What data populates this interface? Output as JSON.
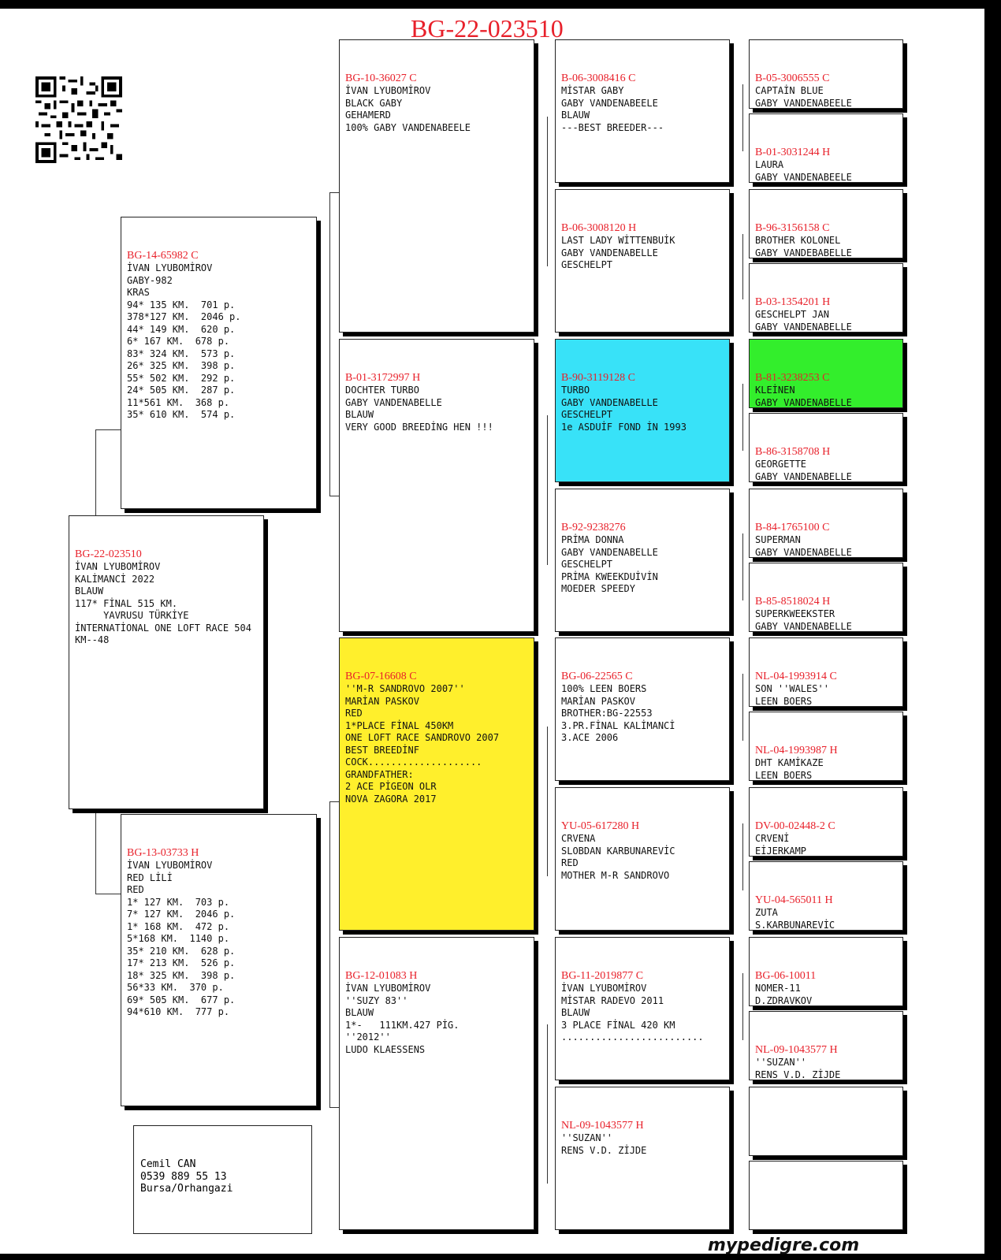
{
  "title": "BG-22-023510",
  "subject": {
    "ring": "BG-22-023510",
    "lines": [
      "İVAN LYUBOMİROV",
      "KALİMANCİ 2022",
      "BLAUW",
      "117* FİNAL 515 KM.",
      "",
      "     YAVRUSU TÜRKİYE",
      "İNTERNATİONAL ONE LOFT RACE 504",
      "KM--48"
    ]
  },
  "parents": [
    {
      "ring": "BG-14-65982 C",
      "lines": [
        "İVAN LYUBOMİROV",
        "GABY-982",
        "KRAS",
        "94* 135 KM.  701 p.",
        "378*127 KM.  2046 p.",
        "44* 149 KM.  620 p.",
        "6* 167 KM.  678 p.",
        "83* 324 KM.  573 p.",
        "26* 325 KM.  398 p.",
        "55* 502 KM.  292 p.",
        "24* 505 KM.  287 p.",
        "11*561 KM.  368 p.",
        "35* 610 KM.  574 p."
      ]
    },
    {
      "ring": "BG-13-03733 H",
      "lines": [
        "İVAN LYUBOMİROV",
        "RED LİLİ",
        "RED",
        "1* 127 KM.  703 p.",
        "7* 127 KM.  2046 p.",
        "1* 168 KM.  472 p.",
        "5*168 KM.  1140 p.",
        "35* 210 KM.  628 p.",
        "17* 213 KM.  526 p.",
        "18* 325 KM.  398 p.",
        "56*33 KM.  370 p.",
        "69* 505 KM.  677 p.",
        "94*610 KM.  777 p."
      ]
    }
  ],
  "grandparents": [
    {
      "ring": "BG-10-36027 C",
      "lines": [
        "İVAN LYUBOMİROV",
        "BLACK GABY",
        "GEHAMERD",
        "100% GABY VANDENABEELE"
      ]
    },
    {
      "ring": "B-01-3172997 H",
      "lines": [
        "DOCHTER TURBO",
        "GABY VANDENABELLE",
        "BLAUW",
        "VERY GOOD BREEDİNG HEN !!!"
      ]
    },
    {
      "ring": "BG-07-16608 C",
      "lines": [
        "''M-R SANDROVO 2007''",
        "MARİAN PASKOV",
        "RED",
        "1*PLACE FİNAL 450KM",
        "ONE LOFT RACE SANDROVO 2007",
        "BEST BREEDİNF",
        "COCK....................",
        "GRANDFATHER:",
        "2 ACE PİGEON OLR",
        "NOVA ZAGORA 2017"
      ]
    },
    {
      "ring": "BG-12-01083 H",
      "lines": [
        "İVAN LYUBOMİROV",
        "''SUZY 83''",
        "BLAUW",
        "1*-   111KM.427 PİG.",
        "''2012''",
        "LUDO KLAESSENS"
      ]
    }
  ],
  "great_grandparents": [
    {
      "ring": "B-06-3008416 C",
      "lines": [
        "MİSTAR GABY",
        "GABY VANDENABEELE",
        "BLAUW",
        "---BEST BREEDER---"
      ]
    },
    {
      "ring": "B-06-3008120 H",
      "lines": [
        "LAST LADY WİTTENBUİK",
        "GABY VANDENABELLE",
        "GESCHELPT"
      ]
    },
    {
      "ring": "B-90-3119128 C",
      "lines": [
        "TURBO",
        "GABY VANDENABELLE",
        "GESCHELPT",
        "1e ASDUİF FOND İN 1993"
      ]
    },
    {
      "ring": "B-92-9238276",
      "lines": [
        "PRİMA DONNA",
        "GABY VANDENABELLE",
        "GESCHELPT",
        "PRİMA KWEEKDUİVİN",
        "MOEDER SPEEDY"
      ]
    },
    {
      "ring": "BG-06-22565 C",
      "lines": [
        "100% LEEN BOERS",
        "MARİAN PASKOV",
        "BROTHER:BG-22553",
        "3.PR.FİNAL KALİMANCİ",
        "3.ACE 2006"
      ]
    },
    {
      "ring": "YU-05-617280 H",
      "lines": [
        "CRVENA",
        "SLOBDAN KARBUNAREVİC",
        "RED",
        "MOTHER M-R SANDROVO"
      ]
    },
    {
      "ring": "BG-11-2019877 C",
      "lines": [
        "İVAN LYUBOMİROV",
        "MİSTAR RADEVO 2011",
        "BLAUW",
        "3 PLACE FİNAL 420 KM",
        "........................."
      ]
    },
    {
      "ring": "NL-09-1043577 H",
      "lines": [
        "''SUZAN''",
        "RENS V.D. ZİJDE"
      ]
    }
  ],
  "gg_grandparents": [
    {
      "ring": "B-05-3006555 C",
      "lines": [
        "CAPTAİN BLUE",
        "GABY VANDENABEELE"
      ]
    },
    {
      "ring": "B-01-3031244 H",
      "lines": [
        "LAURA",
        "GABY VANDENABEELE"
      ]
    },
    {
      "ring": "B-96-3156158 C",
      "lines": [
        "BROTHER KOLONEL",
        "GABY VANDEBABELLE"
      ]
    },
    {
      "ring": "B-03-1354201 H",
      "lines": [
        "GESCHELPT JAN",
        "GABY VANDENABELLE"
      ]
    },
    {
      "ring": "B-81-3238253 C",
      "lines": [
        "KLEİNEN",
        "GABY VANDENABELLE"
      ]
    },
    {
      "ring": "B-86-3158708 H",
      "lines": [
        "GEORGETTE",
        "GABY VANDENABELLE"
      ]
    },
    {
      "ring": "B-84-1765100 C",
      "lines": [
        "SUPERMAN",
        "GABY VANDENABELLE"
      ]
    },
    {
      "ring": "B-85-8518024 H",
      "lines": [
        "SUPERKWEEKSTER",
        "GABY VANDENABELLE"
      ]
    },
    {
      "ring": "NL-04-1993914 C",
      "lines": [
        "SON ''WALES''",
        "LEEN BOERS"
      ]
    },
    {
      "ring": "NL-04-1993987 H",
      "lines": [
        "DHT KAMİKAZE",
        "LEEN BOERS"
      ]
    },
    {
      "ring": "DV-00-02448-2 C",
      "lines": [
        "CRVENİ",
        "EİJERKAMP"
      ]
    },
    {
      "ring": "YU-04-565011 H",
      "lines": [
        "ZUTA",
        "S.KARBUNAREVİC"
      ]
    },
    {
      "ring": "BG-06-10011",
      "lines": [
        "NOMER-11",
        "D.ZDRAVKOV"
      ]
    },
    {
      "ring": "NL-09-1043577 H",
      "lines": [
        "''SUZAN''",
        "RENS V.D. ZİJDE"
      ]
    },
    {
      "ring": "",
      "lines": []
    },
    {
      "ring": "",
      "lines": []
    }
  ],
  "owner": {
    "lines": [
      "Cemil CAN",
      "0539 889 55 13",
      "Bursa/Orhangazi"
    ]
  },
  "footer": "mypedigre.com",
  "colors": {
    "ring": "#e8202a",
    "cyan": "#38e2f8",
    "green": "#33ee2c",
    "yellow": "#ffef2c"
  }
}
